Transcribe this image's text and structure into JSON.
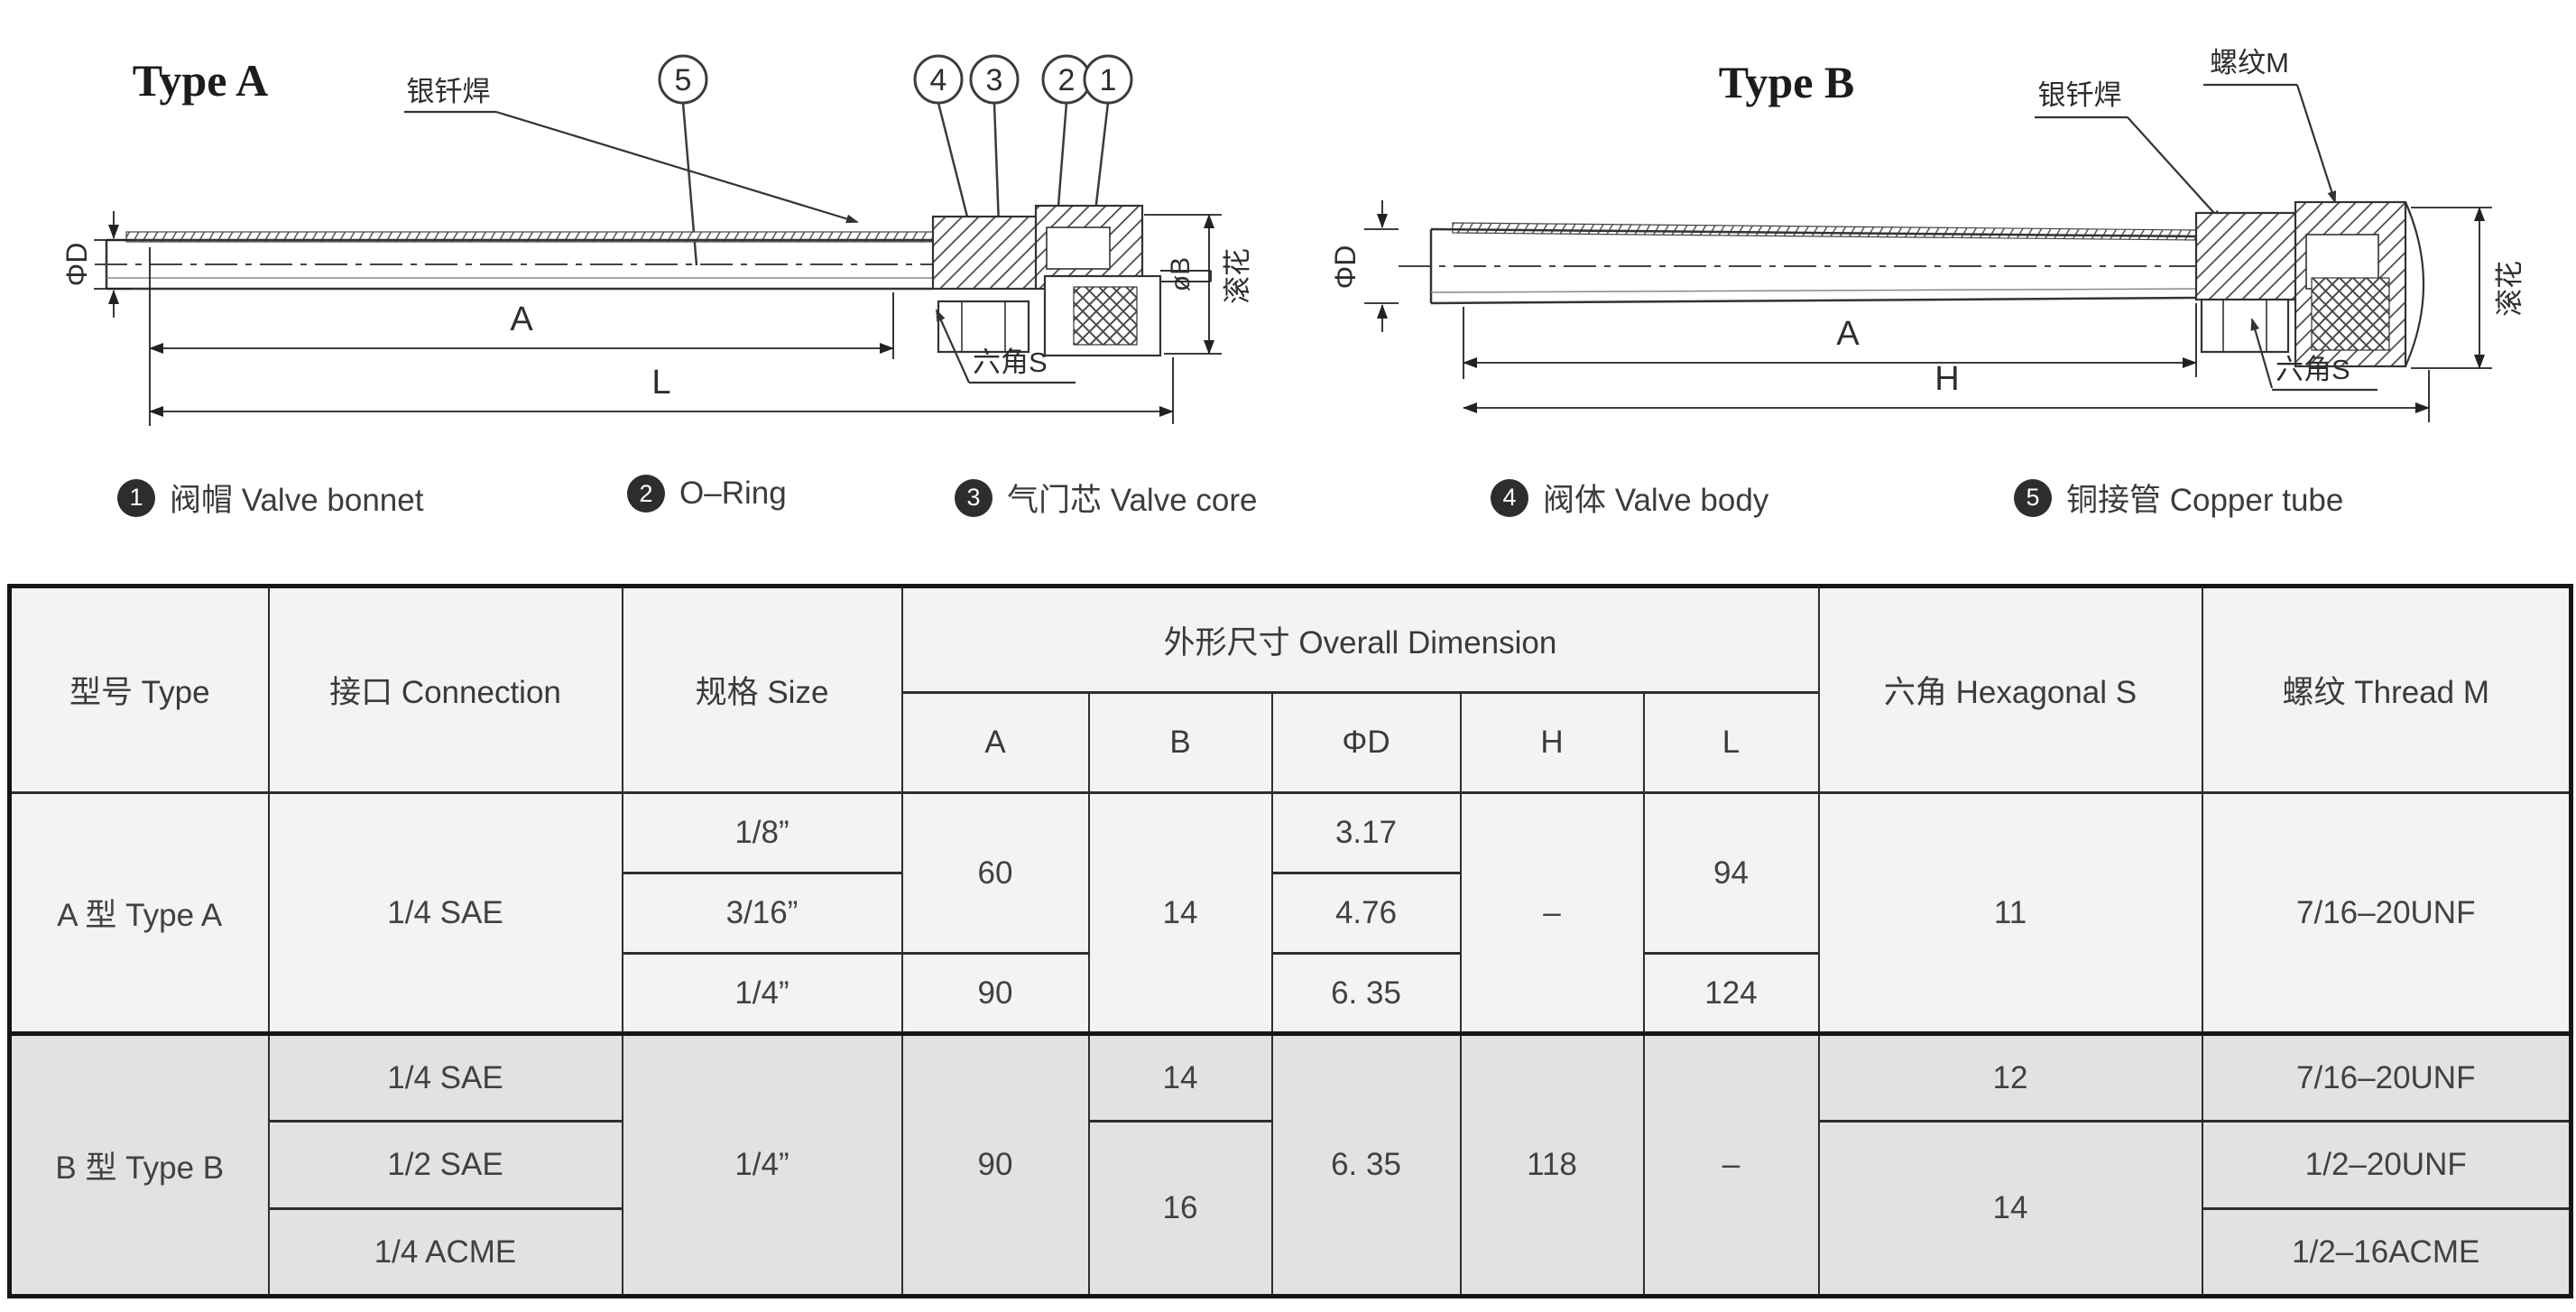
{
  "diagram_a": {
    "title": "Type A",
    "callouts": [
      "5",
      "4",
      "3",
      "2",
      "1"
    ],
    "labels": {
      "brazing": "银钎焊",
      "hex": "六角S",
      "knurl": "滚花",
      "dia_d": "ΦD",
      "dia_b": "øB",
      "dim_a": "A",
      "dim_l": "L"
    }
  },
  "diagram_b": {
    "title": "Type B",
    "labels": {
      "brazing": "银钎焊",
      "thread": "螺纹M",
      "hex": "六角S",
      "knurl": "滚花",
      "dia_d": "ΦD",
      "dim_a": "A",
      "dim_h": "H"
    }
  },
  "legend": {
    "items": [
      {
        "num": "1",
        "label": "阀帽 Valve bonnet"
      },
      {
        "num": "2",
        "label": "O–Ring"
      },
      {
        "num": "3",
        "label": "气门芯 Valve core"
      },
      {
        "num": "4",
        "label": "阀体 Valve body"
      },
      {
        "num": "5",
        "label": "铜接管 Copper tube"
      }
    ]
  },
  "table": {
    "headers": {
      "type": "型号 Type",
      "connection": "接口 Connection",
      "size": "规格 Size",
      "overall": "外形尺寸 Overall Dimension",
      "sub_a": "A",
      "sub_b": "B",
      "sub_phid": "ΦD",
      "sub_h": "H",
      "sub_l": "L",
      "hex": "六角 Hexagonal S",
      "thread": "螺纹 Thread M"
    },
    "type_a": {
      "label": "A 型 Type A",
      "connection": "1/4 SAE",
      "size_1": "1/8”",
      "size_2": "3/16”",
      "size_3": "1/4”",
      "a_12": "60",
      "a_3": "90",
      "b": "14",
      "phid_1": "3.17",
      "phid_2": "4.76",
      "phid_3": "6. 35",
      "h": "–",
      "l_12": "94",
      "l_3": "124",
      "hex": "11",
      "thread": "7/16–20UNF"
    },
    "type_b": {
      "label": "B 型 Type B",
      "connection_1": "1/4 SAE",
      "connection_2": "1/2 SAE",
      "connection_3": "1/4 ACME",
      "size": "1/4”",
      "a": "90",
      "b_1": "14",
      "b_23": "16",
      "phid": "6. 35",
      "h": "118",
      "l": "–",
      "hex_1": "12",
      "hex_23": "14",
      "thread_1": "7/16–20UNF",
      "thread_2": "1/2–20UNF",
      "thread_3": "1/2–16ACME"
    }
  },
  "colors": {
    "section_a_bg": "#f2f3f2",
    "section_b_bg": "#e1e3e2",
    "grid_line": "#2e2e2e",
    "text": "#414141"
  }
}
